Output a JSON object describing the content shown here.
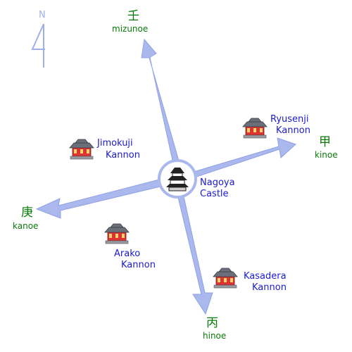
{
  "compass": {
    "north_label": "N"
  },
  "castle": {
    "line1": "Nagoya",
    "line2": "Castle"
  },
  "directions": {
    "north": {
      "kanji": "壬",
      "romaji": "mizunoe"
    },
    "east": {
      "kanji": "甲",
      "romaji": "kinoe"
    },
    "south": {
      "kanji": "丙",
      "romaji": "hinoe"
    },
    "west": {
      "kanji": "庚",
      "romaji": "kanoe"
    }
  },
  "temples": {
    "ryusenji": {
      "line1": "Ryusenji",
      "line2": "Kannon"
    },
    "jimokuji": {
      "line1": "Jimokuji",
      "line2": "Kannon"
    },
    "arako": {
      "line1": "Arako",
      "line2": "Kannon"
    },
    "kasadera": {
      "line1": "Kasadera",
      "line2": "Kannon"
    }
  },
  "colors": {
    "arrow": "#aab8ee",
    "arrow_edge": "#8fa2e6",
    "label_blue": "#1a1ad6",
    "label_green": "#0a7a0a",
    "compass": "#9fb0e8"
  }
}
